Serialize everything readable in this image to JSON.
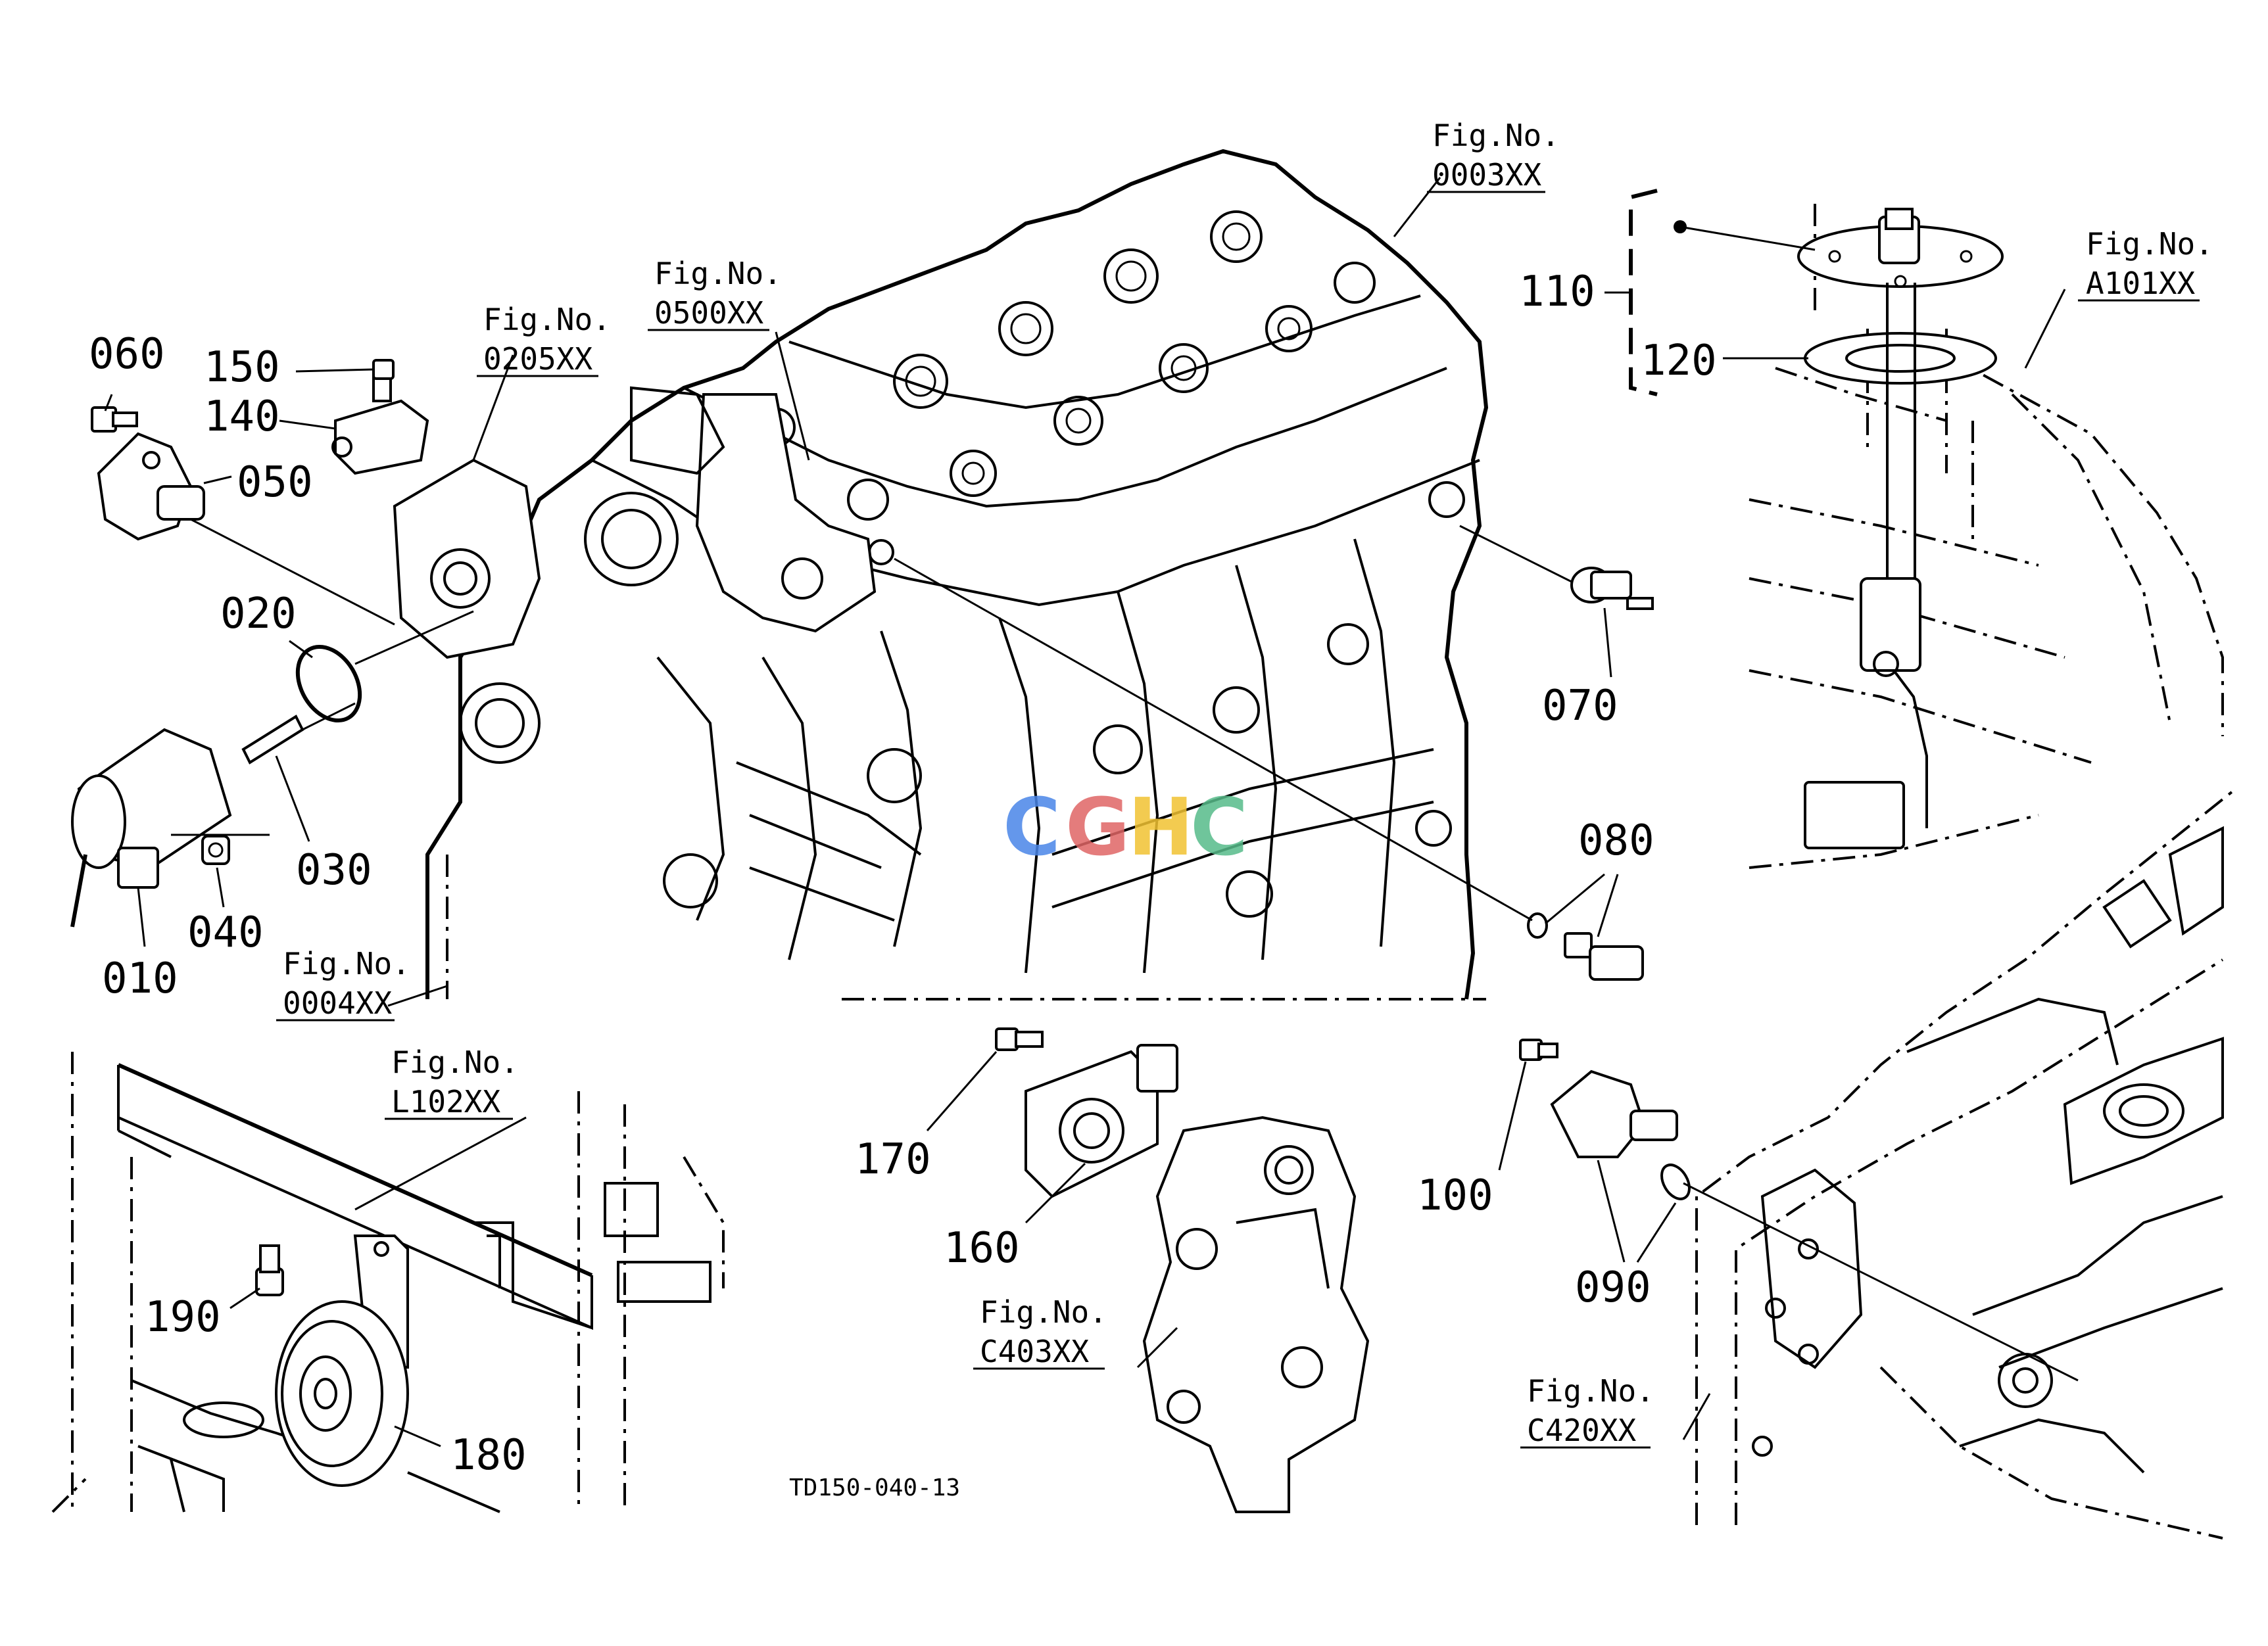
{
  "diagram": {
    "drawing_code": "TD150-040-13",
    "watermark": {
      "text": "CGHC",
      "colors": [
        "#4a86e8",
        "#e06666",
        "#f1c232",
        "#57bb8a"
      ]
    },
    "fig_references": [
      {
        "line1": "Fig.No.",
        "line2": "0003XX"
      },
      {
        "line1": "Fig.No.",
        "line2": "0500XX"
      },
      {
        "line1": "Fig.No.",
        "line2": "0205XX"
      },
      {
        "line1": "Fig.No.",
        "line2": "0004XX"
      },
      {
        "line1": "Fig.No.",
        "line2": "A101XX"
      },
      {
        "line1": "Fig.No.",
        "line2": "L102XX"
      },
      {
        "line1": "Fig.No.",
        "line2": "C403XX"
      },
      {
        "line1": "Fig.No.",
        "line2": "C420XX"
      }
    ],
    "part_numbers": [
      "060",
      "150",
      "140",
      "050",
      "020",
      "030",
      "040",
      "010",
      "070",
      "080",
      "110",
      "120",
      "170",
      "160",
      "100",
      "090",
      "190",
      "180"
    ]
  }
}
